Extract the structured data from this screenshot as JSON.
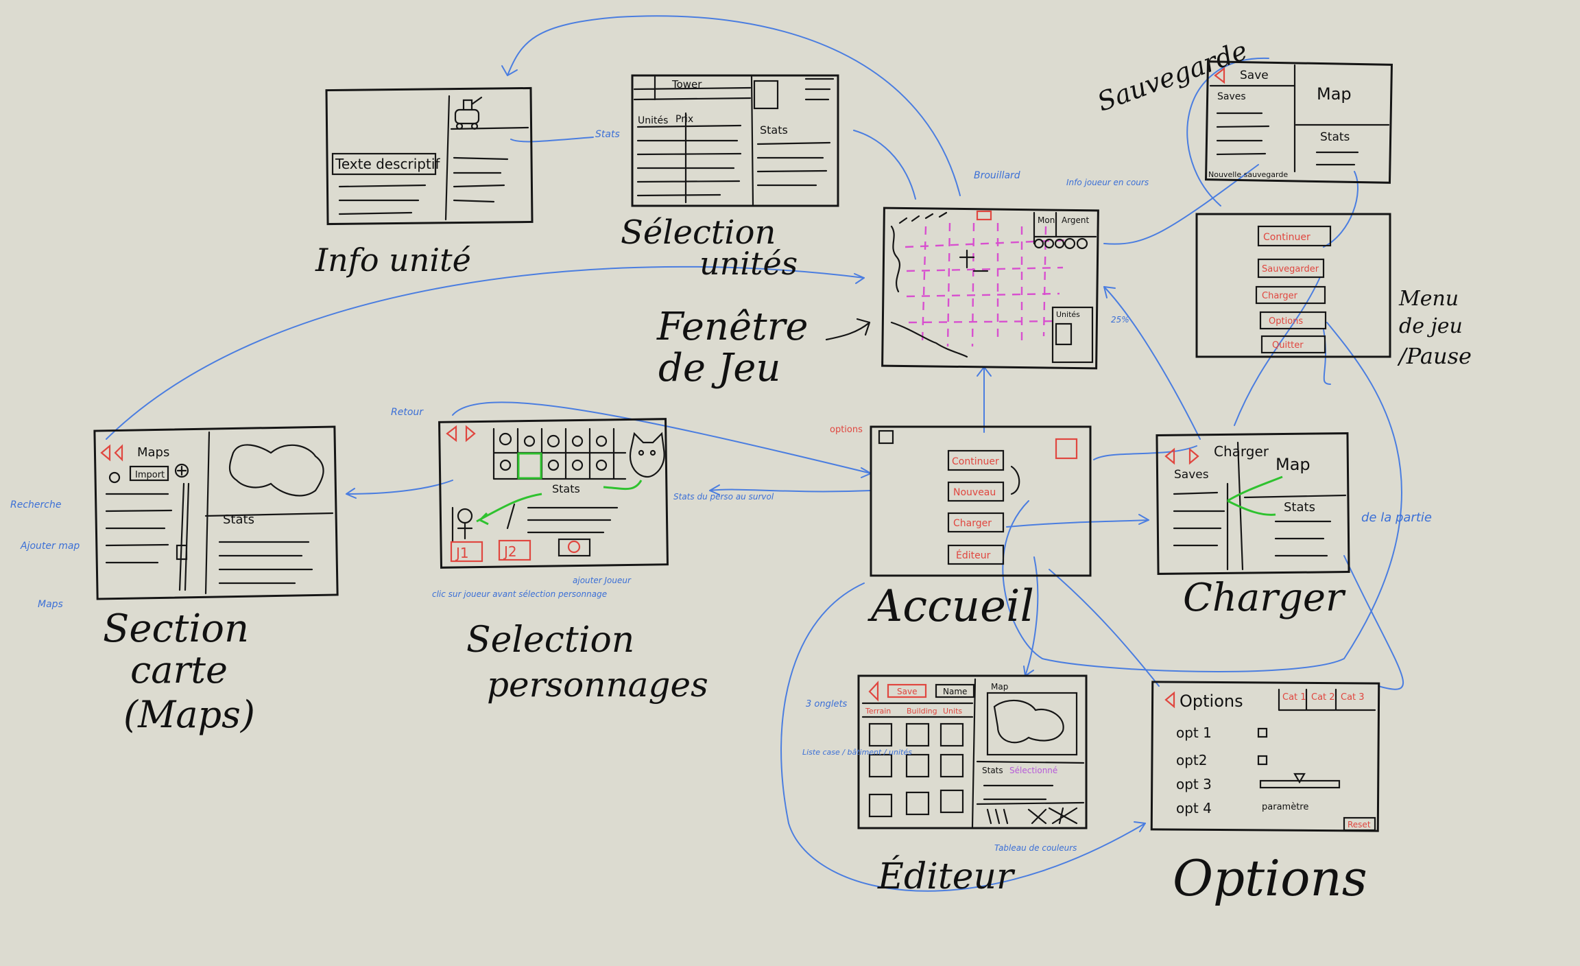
{
  "screens": {
    "info_unite": {
      "caption": "Info unité",
      "text_box": "Texte descriptif"
    },
    "selection_unites": {
      "caption_line1": "Sélection",
      "caption_line2": "unités",
      "col_units": "Unités",
      "col_prix": "Prix",
      "tab_tower": "Tower",
      "stats": "Stats"
    },
    "fenetre_jeu": {
      "caption_line1": "Fenêtre",
      "caption_line2": "de Jeu",
      "money": "Mon",
      "argent": "Argent",
      "units_label": "Unités"
    },
    "sauvegarde": {
      "caption": "Sauvegarde",
      "save_title": "Save",
      "saves": "Saves",
      "map": "Map",
      "stats": "Stats",
      "new_save": "Nouvelle sauvegarde"
    },
    "menu_pause": {
      "caption_line1": "Menu",
      "caption_line2": "de jeu",
      "caption_line3": "/Pause",
      "buttons": [
        "Continuer",
        "Sauvegarder",
        "Charger",
        "Options",
        "Quitter"
      ]
    },
    "selection_carte": {
      "caption_line1": "Section",
      "caption_line2": "carte",
      "caption_line3": "(Maps)",
      "title": "Maps",
      "import": "Import",
      "stats": "Stats"
    },
    "selection_personnages": {
      "caption_line1": "Selection",
      "caption_line2": "personnages",
      "stats": "Stats",
      "player_buttons": [
        "J1",
        "J2"
      ]
    },
    "accueil": {
      "caption": "Accueil",
      "buttons": [
        "Continuer",
        "Nouveau",
        "Charger",
        "Éditeur"
      ]
    },
    "charger": {
      "caption": "Charger",
      "title": "Charger",
      "saves": "Saves",
      "map": "Map",
      "stats": "Stats"
    },
    "editeur": {
      "caption": "Éditeur",
      "save": "Save",
      "name": "Name",
      "tabs": [
        "Terrain",
        "Building",
        "Units"
      ],
      "map": "Map",
      "stats": "Stats",
      "selected": "Sélectionné"
    },
    "options": {
      "caption": "Options",
      "title": "Options",
      "categories": [
        "Cat 1",
        "Cat 2",
        "Cat 3"
      ],
      "rows": [
        "opt 1",
        "opt2",
        "opt 3",
        "opt 4"
      ],
      "opt4_value": "paramètre",
      "reset": "Reset"
    }
  },
  "annotations": {
    "recherche": "Recherche",
    "ajouter_map": "Ajouter map",
    "maps": "Maps",
    "retour": "Retour",
    "options_icon": "options",
    "stats_perso": "Stats du perso au survol",
    "clic_joueur": "clic sur joueur avant sélection personnage",
    "ajouter_joueur": "ajouter Joueur",
    "stats_arrow": "Stats",
    "brouillard": "Brouillard",
    "info_joueur": "Info joueur en cours",
    "percent": "25%",
    "de_la_partie": "de la partie",
    "onglets": "3 onglets",
    "liste": "Liste case / bâtiment / unités",
    "tableau_couleurs": "Tableau de couleurs"
  },
  "colors": {
    "paper": "#dcdbd0",
    "ink": "#151515",
    "arrow_blue": "#4a7de0",
    "accent_red": "#e0463f",
    "grid_pink": "#d84fcf",
    "highlight_green": "#2fc22f"
  }
}
